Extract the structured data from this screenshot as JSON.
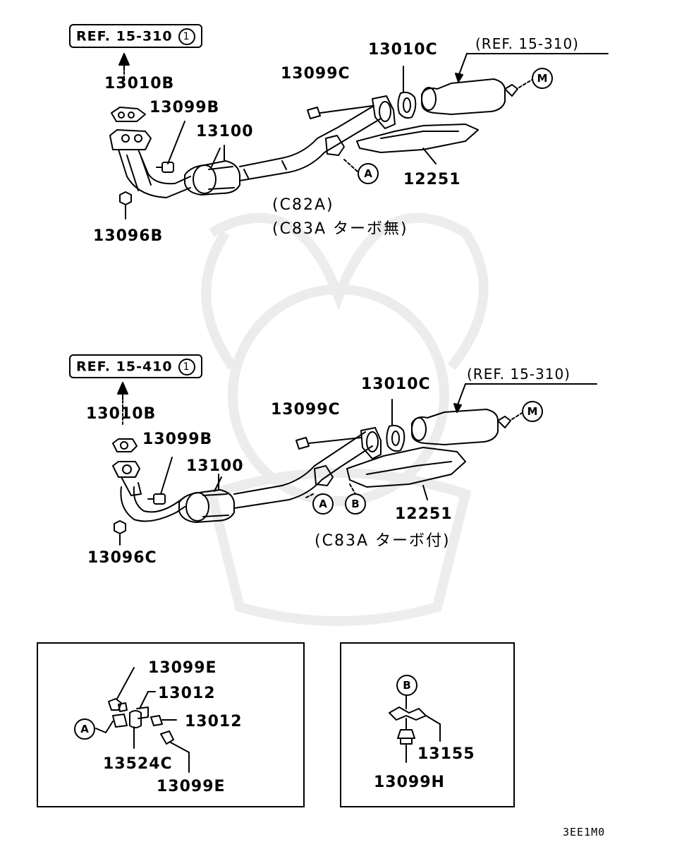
{
  "top": {
    "ref_box": {
      "text": "REF. 15-310",
      "circled": "1"
    },
    "ref_label": "(REF. 15-310)",
    "callouts": {
      "a": "A",
      "m": "M"
    },
    "parts": {
      "p13010b": "13010B",
      "p13099b": "13099B",
      "p13100": "13100",
      "p13096b": "13096B",
      "p13099c": "13099C",
      "p13010c": "13010C",
      "p12251": "12251"
    },
    "caption_1": "(C82A)",
    "caption_2": "(C83A ターボ無)"
  },
  "bottom": {
    "ref_box": {
      "text": "REF. 15-410",
      "circled": "1"
    },
    "ref_label": "(REF. 15-310)",
    "callouts": {
      "a": "A",
      "b": "B",
      "m": "M"
    },
    "parts": {
      "p13010b": "13010B",
      "p13099b": "13099B",
      "p13100": "13100",
      "p13096c": "13096C",
      "p13099c": "13099C",
      "p13010c": "13010C",
      "p12251": "12251"
    },
    "caption": "(C83A ターボ付)"
  },
  "inset_a": {
    "callout": "A",
    "parts": {
      "p13099e_top": "13099E",
      "p13012_top": "13012",
      "p13012_mid": "13012",
      "p13524c": "13524C",
      "p13099e_bottom": "13099E"
    }
  },
  "inset_b": {
    "callout": "B",
    "parts": {
      "p13155": "13155",
      "p13099h": "13099H"
    }
  },
  "diagram_code": "3EE1M0"
}
